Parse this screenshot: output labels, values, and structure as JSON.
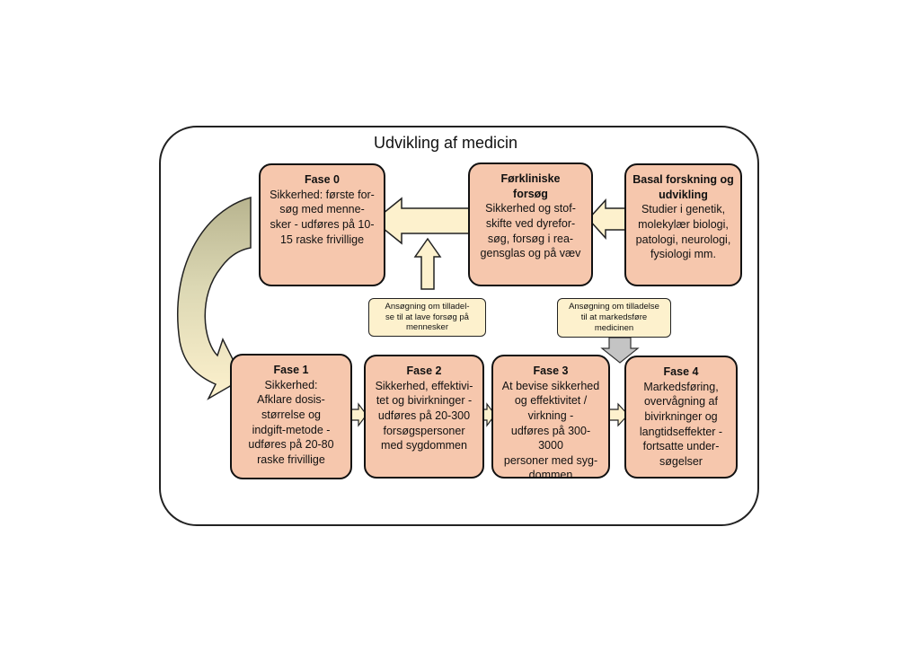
{
  "title": "Udvikling af medicin",
  "boxes": {
    "fase0": {
      "title": "Fase 0",
      "text": "Sikkerhed: første for-\nsøg med menne-\nsker - udføres på 10-\n15 raske frivillige"
    },
    "forkliniske": {
      "title": "Førkliniske\nforsøg",
      "text": "Sikkerhed og stof-\nskifte ved dyrefor-\nsøg, forsøg i rea-\ngensglas og på væv"
    },
    "basal": {
      "title": "Basal forskning og\nudvikling",
      "text": "Studier i genetik,\nmolekylær biologi,\npatologi, neurologi,\nfysiologi mm."
    },
    "fase1": {
      "title": "Fase 1",
      "text": "Sikkerhed:\nAfklare dosis-\nstørrelse og\nindgift-metode -\nudføres på 20-80\nraske frivillige"
    },
    "fase2": {
      "title": "Fase 2",
      "text": "Sikkerhed, effektivi-\ntet og bivirkninger -\nudføres på 20-300\nforsøgspersoner\nmed sygdommen"
    },
    "fase3": {
      "title": "Fase 3",
      "text": "At bevise sikkerhed\nog effektivitet /\nvirkning -\nudføres på 300-3000\npersoner med syg-\ndommen"
    },
    "fase4": {
      "title": "Fase 4",
      "text": "Markedsføring,\novervågning af\nbivirkninger og\nlangtidseffekter -\nfortsatte under-\nsøgelser"
    }
  },
  "notes": {
    "lave_forsog": "Ansøgning om tilladel-\nse til at lave forsøg på\nmennesker",
    "markedsfore": "Ansøgning om tilladelse\ntil at markedsføre\nmedicinen"
  },
  "colors": {
    "box_fill": "#f6c7ad",
    "arrow_fill": "#fdf1cd",
    "curved_arrow_shade": "#b8b48f",
    "gray_arrow": "#c4c4c4"
  }
}
